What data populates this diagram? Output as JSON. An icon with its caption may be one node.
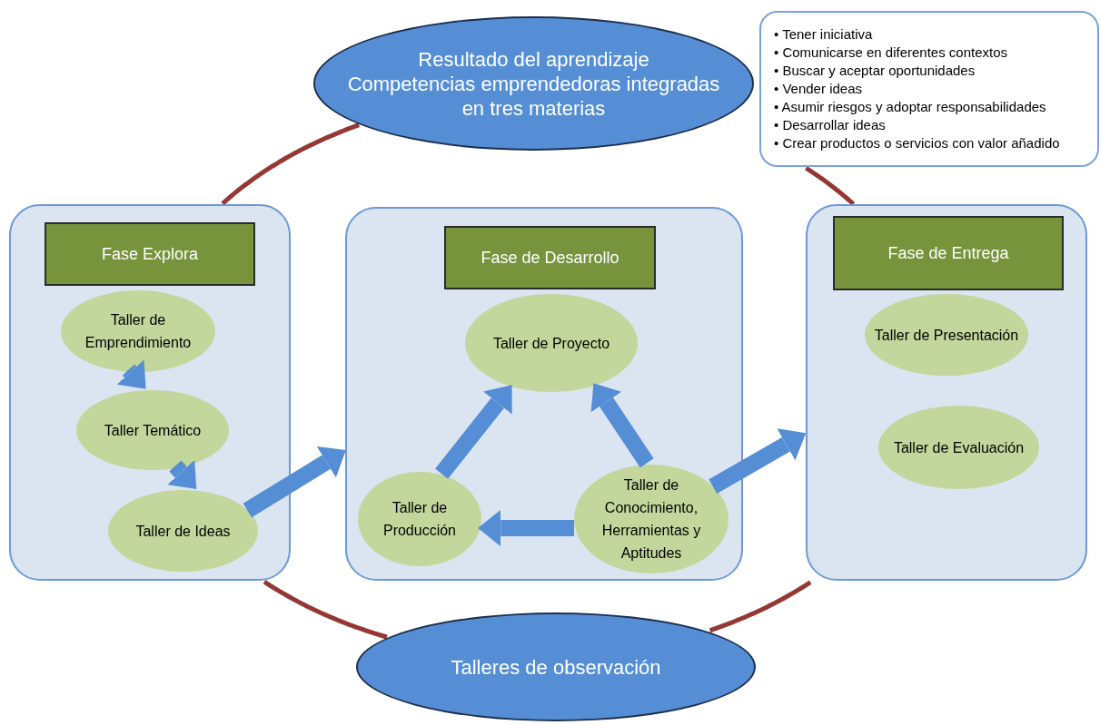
{
  "diagram": {
    "nodes": [
      {
        "text": [
          "Resultado del aprendizaje",
          "Competencias emprendedoras integradas en tres materias"
        ]
      },
      {
        "text": [
          "• Tener iniciativa",
          "• Comunicarse en diferentes contextos",
          "• Buscar y aceptar oportunidades",
          "• Vender ideas",
          "• Asumir riesgos y adoptar responsabilidades",
          "• Desarrollar ideas",
          "• Crear productos o servicios con valor añadido"
        ]
      },
      {
        "text": [],
        "shape": "box"
      },
      {
        "text": [
          "Fase Explora"
        ],
        "in": 2
      },
      {
        "text": [
          "Taller de Emprendimiento"
        ],
        "in": 2
      },
      {
        "text": [
          "Taller Temático"
        ],
        "in": 2
      },
      {
        "text": [
          "Taller de Ideas"
        ],
        "in": 2
      },
      {
        "text": [],
        "shape": "box"
      },
      {
        "text": [
          "Fase de Desarrollo"
        ],
        "in": 7
      },
      {
        "text": [
          "Taller de Proyecto"
        ],
        "in": 7
      },
      {
        "text": [
          "Taller de Producción"
        ],
        "in": 7
      },
      {
        "text": [
          "Taller de Conocimiento, Herramientas y Aptitudes"
        ],
        "in": 7
      },
      {
        "text": [],
        "shape": "box"
      },
      {
        "text": [
          "Fase de Entrega"
        ],
        "in": 12
      },
      {
        "text": [
          "Taller de Presentación"
        ],
        "in": 12
      },
      {
        "text": [
          "Taller de Evaluación"
        ],
        "in": 12
      },
      {
        "text": [
          "Talleres de observación"
        ]
      }
    ],
    "edges": [
      {
        "from": 0,
        "to": 2,
        "arrow": "none",
        "color": "#953735"
      },
      {
        "from": 2,
        "to": 16,
        "arrow": "none",
        "color": "#953735"
      },
      {
        "from": 16,
        "to": 12,
        "arrow": "none",
        "color": "#953735"
      },
      {
        "from": 12,
        "to": 1,
        "arrow": "none",
        "color": "#953735"
      },
      {
        "from": 4,
        "to": 5,
        "arrow": "to"
      },
      {
        "from": 5,
        "to": 6,
        "arrow": "to"
      },
      {
        "from": 6,
        "to": 7,
        "arrow": "to"
      },
      {
        "from": 10,
        "to": 9,
        "arrow": "to"
      },
      {
        "from": 11,
        "to": 9,
        "arrow": "to"
      },
      {
        "from": 11,
        "to": 10,
        "arrow": "to"
      },
      {
        "from": 11,
        "to": 12,
        "arrow": "to"
      }
    ]
  }
}
